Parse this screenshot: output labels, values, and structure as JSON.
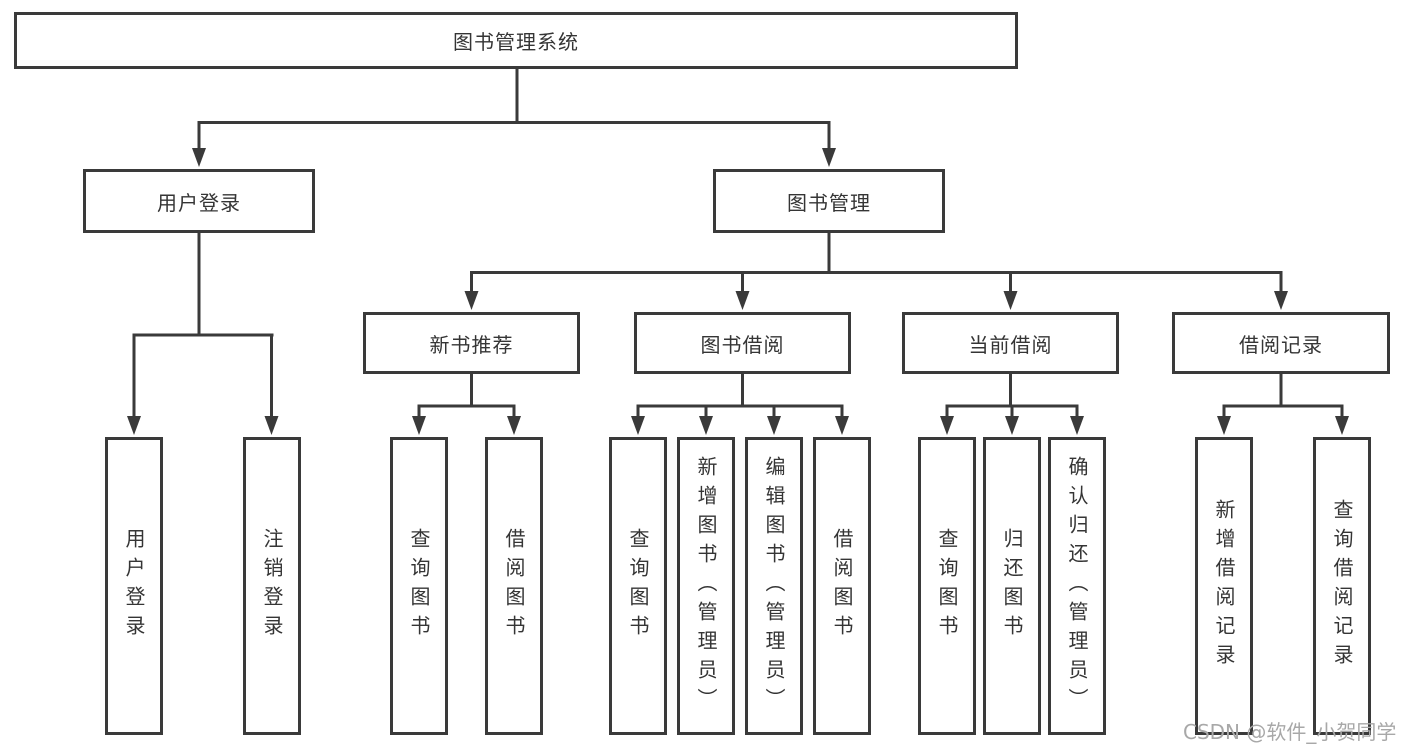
{
  "nodes": {
    "root": "图书管理系统",
    "level2": [
      "用户登录",
      "图书管理"
    ],
    "level3": [
      "新书推荐",
      "图书借阅",
      "当前借阅",
      "借阅记录"
    ],
    "leaves": {
      "user_login": [
        "用户登录",
        "注销登录"
      ],
      "new_book": [
        "查询图书",
        "借阅图书"
      ],
      "book_borrow": [
        "查询图书",
        "新增图书（管理员）",
        "编辑图书（管理员）",
        "借阅图书"
      ],
      "current_borrow": [
        "查询图书",
        "归还图书",
        "确认归还（管理员）"
      ],
      "records": [
        "新增借阅记录",
        "查询借阅记录"
      ]
    }
  },
  "watermark": "CSDN @软件_小贺同学",
  "colors": {
    "line": "#3a3a3a",
    "box_border": "#3a3a3a",
    "text": "#353535",
    "watermark": "#a8a8a8",
    "background": "#ffffff"
  }
}
